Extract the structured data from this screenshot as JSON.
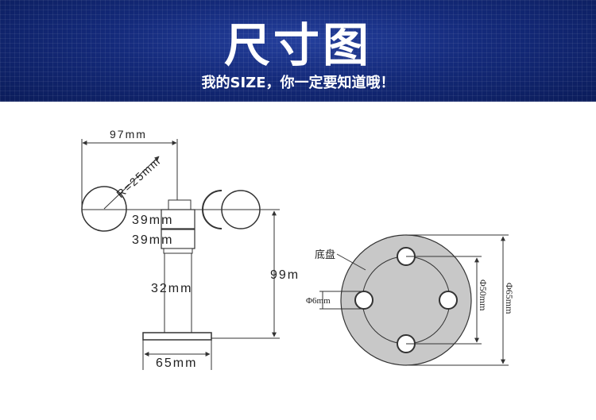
{
  "header": {
    "title": "尺寸图",
    "subtitle": "我的SIZE，你一定要知道哦！"
  },
  "side_view": {
    "width_label": "97mm",
    "radius_label": "R=25mm",
    "upper_ring_label": "39mm",
    "lower_ring_label": "39mm",
    "shaft_label": "32mm",
    "height_label": "99m",
    "base_label": "65mm"
  },
  "base_view": {
    "base_label": "底盘",
    "hole_label": "Φ6mm",
    "bolt_circle_label": "Φ50mm",
    "outer_label": "Φ65mm"
  },
  "colors": {
    "header_bg": "#142a7a",
    "base_fill": "#c8c8c8",
    "dimension_line": "#5a5aa0"
  }
}
